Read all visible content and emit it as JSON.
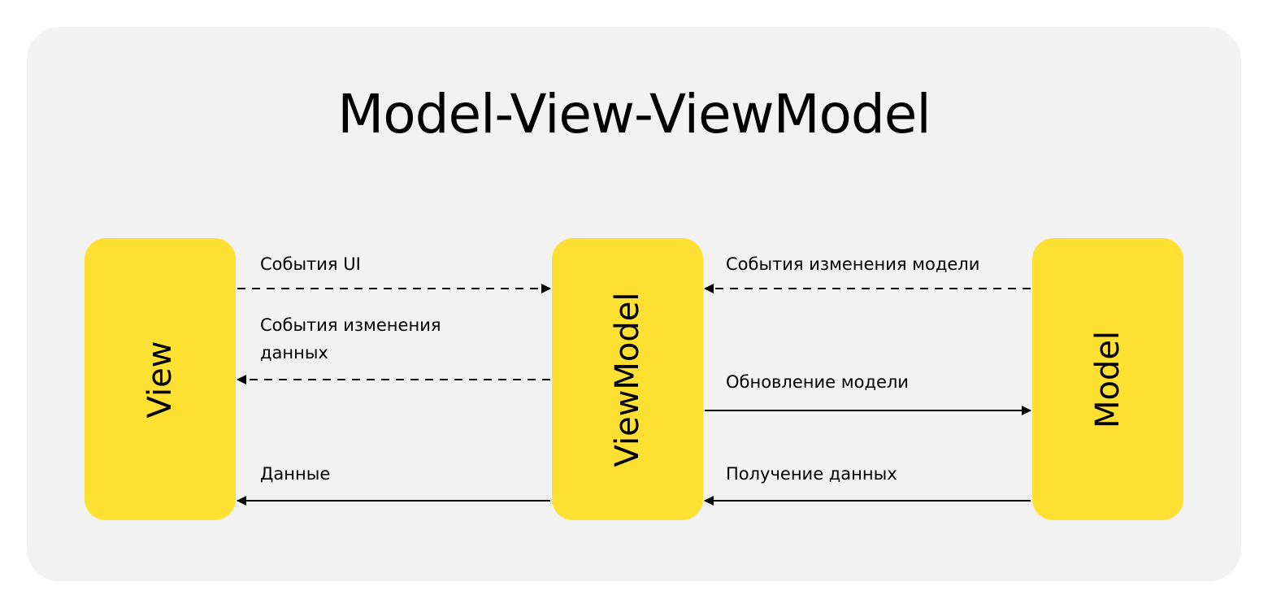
{
  "title": "Model-View-ViewModel",
  "boxes": {
    "view": "View",
    "viewmodel": "ViewModel",
    "model": "Model"
  },
  "arrows": {
    "ui_events": "События UI",
    "data_change_events_line1": "События изменения",
    "data_change_events_line2": "данных",
    "data": "Данные",
    "model_change_events": "События изменения модели",
    "model_update": "Обновление модели",
    "data_retrieval": "Получение данных"
  },
  "colors": {
    "box": "#fee033",
    "panel": "#f2f2f2"
  }
}
